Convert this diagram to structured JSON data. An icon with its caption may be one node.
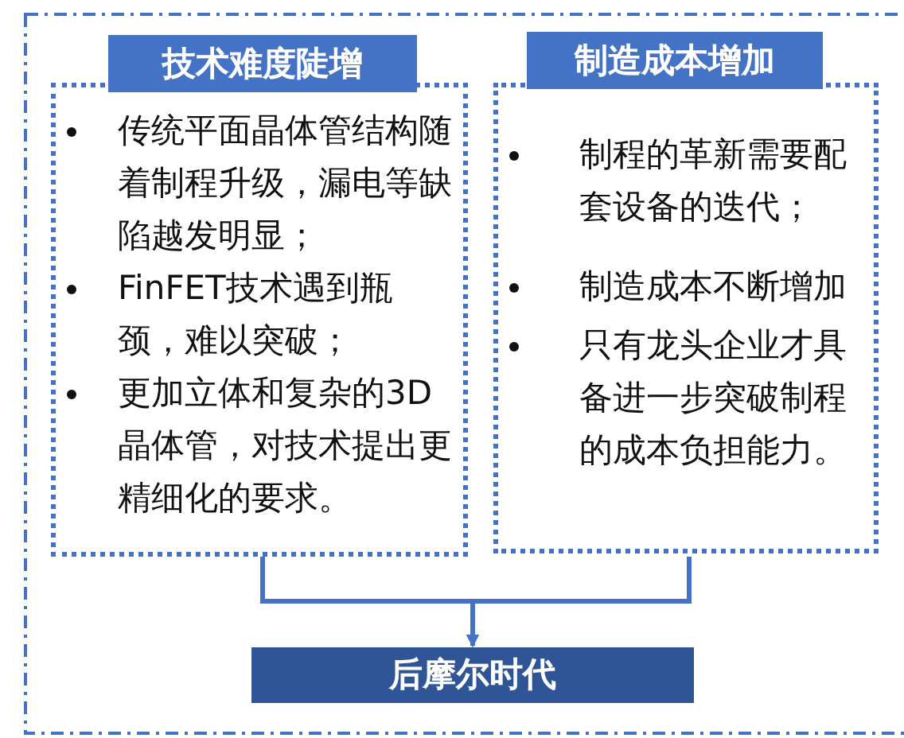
{
  "diagram": {
    "nodes": [
      {
        "text": [
          "技术难度陡增",
          "传统平面晶体管结构随着制程升级，漏电等缺陷越发明显；",
          "FinFET技术遇到瓶颈，难以突破；",
          "更加立体和复杂的3D晶体管，对技术提出更精细化的要求。"
        ]
      },
      {
        "text": [
          "制造成本增加",
          "制程的革新需要配套设备的迭代；",
          "制造成本不断增加",
          "只有龙头企业才具备进一步突破制程的成本负担能力。"
        ]
      },
      {
        "text": [
          "后摩尔时代"
        ]
      }
    ],
    "edges": [
      {
        "from": 0,
        "to": 2,
        "arrow": "to"
      },
      {
        "from": 1,
        "to": 2,
        "arrow": "to"
      }
    ]
  }
}
